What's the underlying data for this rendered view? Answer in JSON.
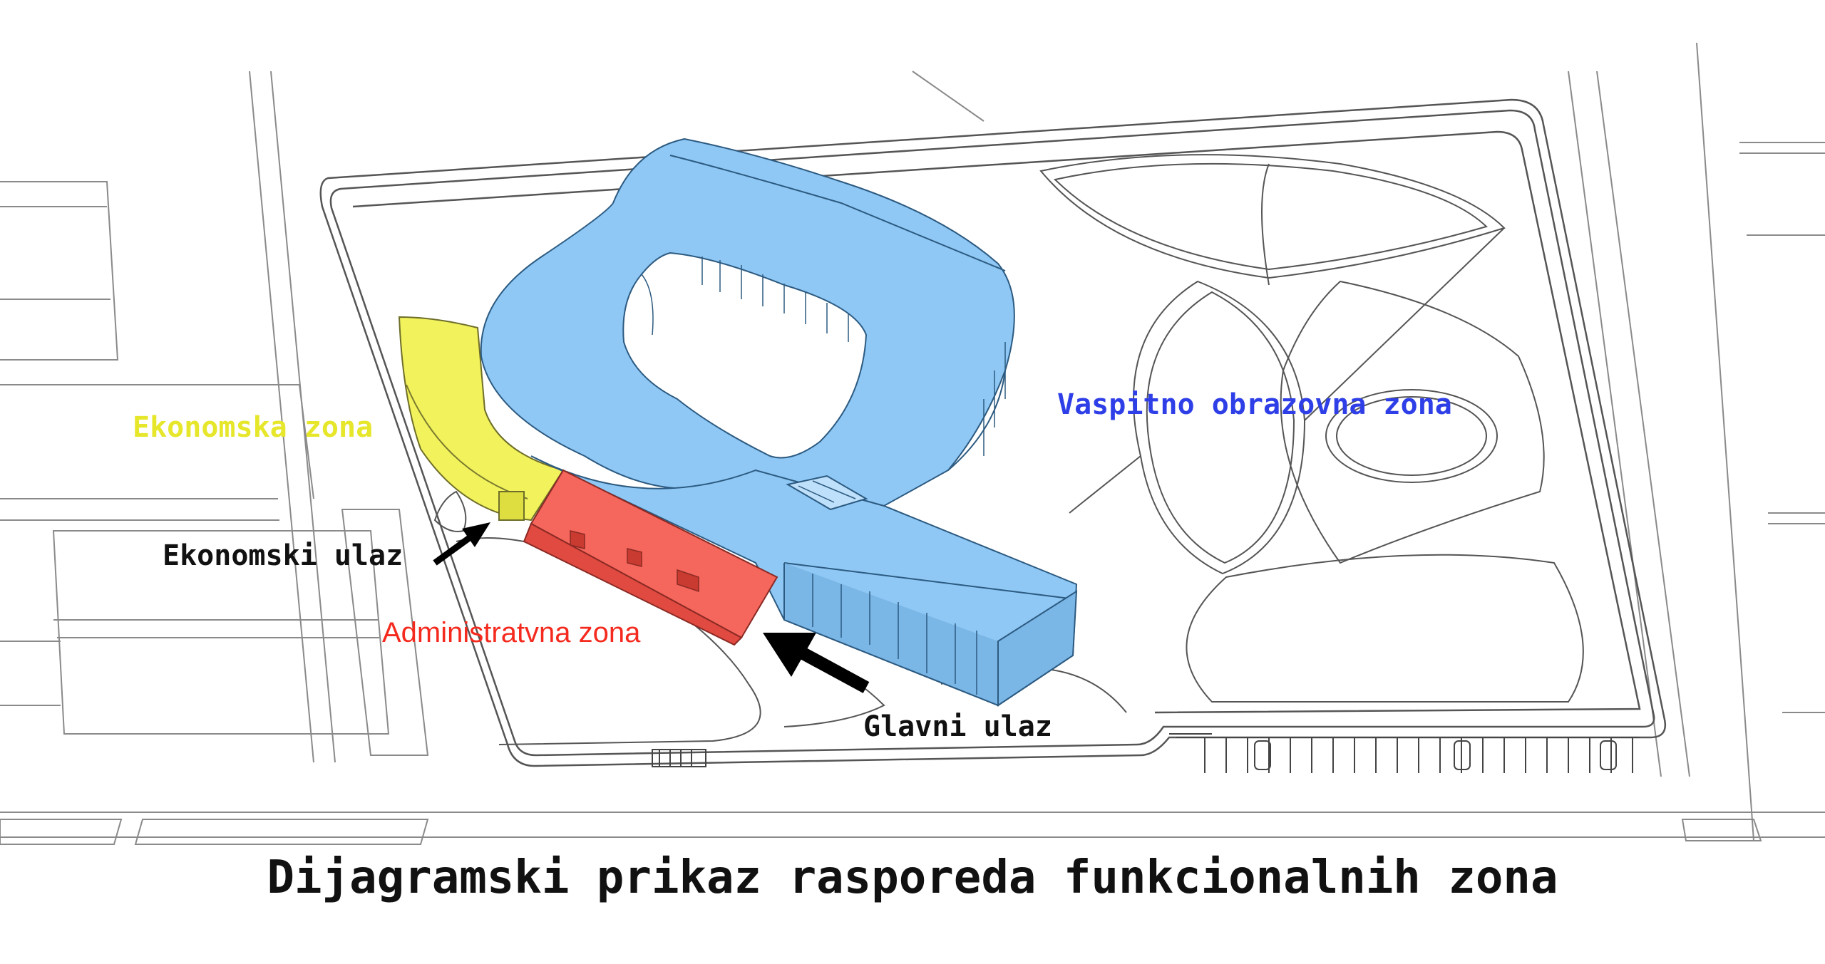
{
  "title": "Dijagramski prikaz rasporeda funkcionalnih zona",
  "zones": [
    {
      "id": "vaspitno",
      "label": "Vaspitno obrazovna zona",
      "color": "#2f3fe8",
      "fill": "#8fc8f5"
    },
    {
      "id": "ekonomska",
      "label": "Ekonomska zona",
      "color": "#e6e62a",
      "fill": "#f2f25c"
    },
    {
      "id": "administrativna",
      "label": "Administratvna zona",
      "color": "#f52a1e",
      "fill": "#f5665c"
    }
  ],
  "entrances": [
    {
      "id": "ekonomski",
      "label": "Ekonomski ulaz",
      "icon": "arrow-icon"
    },
    {
      "id": "glavni",
      "label": "Glavni ulaz",
      "icon": "arrow-icon"
    }
  ],
  "colors": {
    "site_lines": "#6e6e6e",
    "text": "#111111",
    "arrow": "#000000"
  }
}
